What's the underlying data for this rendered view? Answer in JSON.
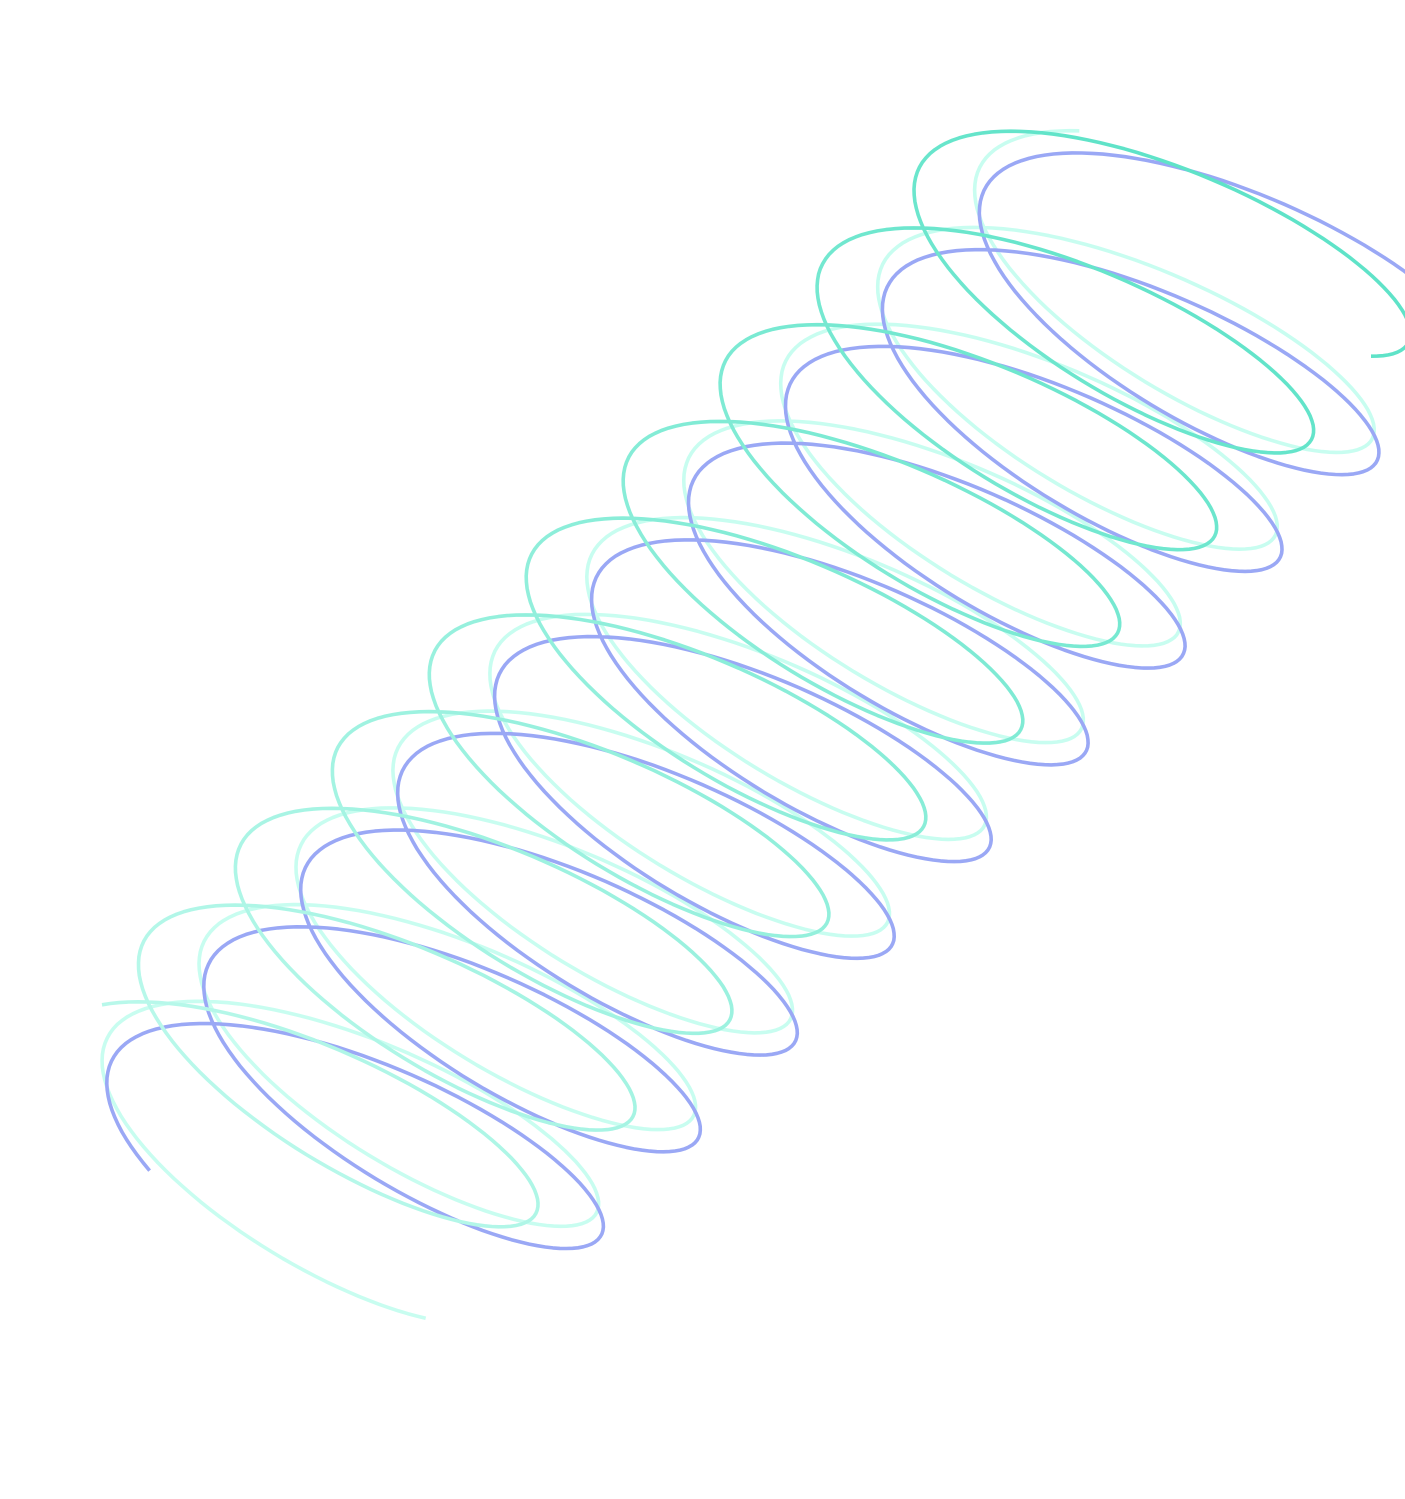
{
  "artwork": {
    "kind": "decorative-spring-coils",
    "background_color": "#ffffff",
    "coils": [
      {
        "name": "pale-cyan-coil",
        "turns": 9.5,
        "colors": {
          "start": "#c8fdf0",
          "end": "#c8fdf0"
        }
      },
      {
        "name": "blue-violet-coil",
        "turns": 9.5,
        "colors": {
          "start": "#9aa8f5",
          "end": "#9aa8f5"
        }
      },
      {
        "name": "mint-to-periwinkle-coil",
        "turns": 9.5,
        "colors": {
          "start": "#b8f8ea",
          "end": "#5fe3c8"
        }
      }
    ]
  }
}
